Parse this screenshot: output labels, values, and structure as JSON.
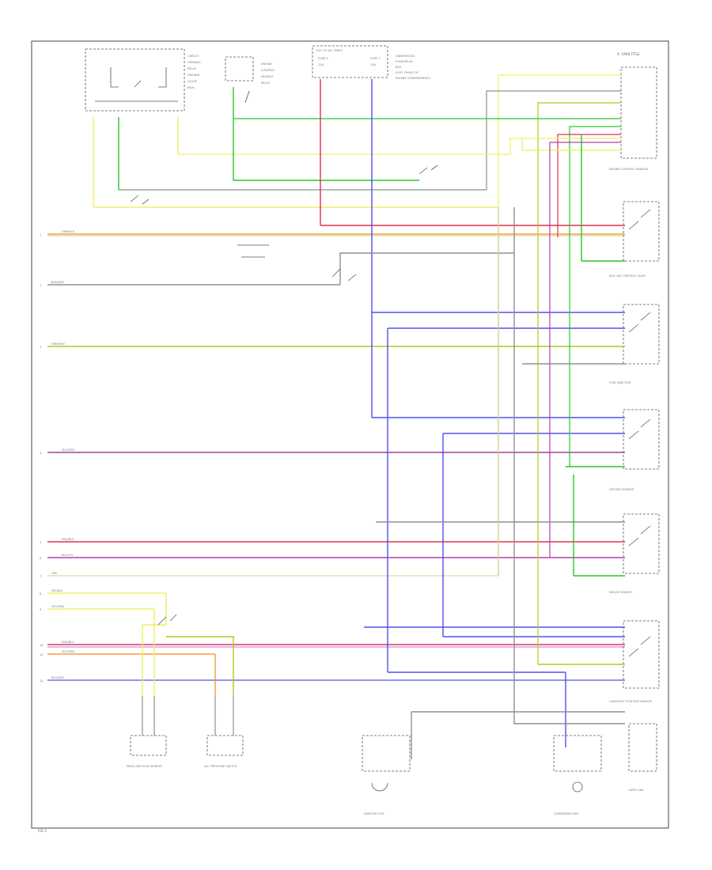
{
  "diagram": {
    "header_right": "A. 1998 TITLE",
    "footer_left": "FIG 2",
    "top_labels": {
      "relay_block": [
        "CIRCUIT",
        "OPENING",
        "RELAY",
        "(BEHIND",
        "GLOVE",
        "BOX)"
      ],
      "control_relay": [
        "ENGINE",
        "CONTROL",
        "MODULE",
        "RELAY"
      ],
      "fuse_box": [
        "HOT AT ALL TIMES",
        "FUSE 4",
        "15A",
        "FUSE 7",
        "10A"
      ],
      "fuse_box_note": [
        "UNDERHOOD",
        "FUSE/RELAY",
        "BOX",
        "(LEFT FRONT OF",
        "ENGINE COMPARTMENT)"
      ]
    },
    "right_modules": [
      "ENGINE CONTROL MODULE",
      "IDLE AIR CONTROL VALVE",
      "FUEL INJECTOR",
      "OXYGEN SENSOR",
      "KNOCK SENSOR",
      "CAMSHAFT POSITION SENSOR"
    ],
    "bottom_components": [
      "MASS AIR FLOW SENSOR",
      "A/C PRESSURE SWITCH",
      "IGNITION COIL",
      "CONDENSER FAN",
      "DATA LINK"
    ],
    "left_wire_labels": [
      "ORN/BLK",
      "BLK/WHT",
      "GRN/RED",
      "YEL/GRN",
      "RED/BLK",
      "BLU/YEL",
      "GRY",
      "YEL/BLK",
      "YEL/GRN",
      "RED/BLU",
      "YEL/ORN",
      "BLU/WHT"
    ],
    "pin_numbers": [
      "1",
      "2",
      "3",
      "4",
      "5",
      "6",
      "7",
      "8",
      "9",
      "10",
      "11",
      "12"
    ],
    "colors": {
      "red": "#e0202a",
      "blue": "#3c3cf0",
      "green": "#28c828",
      "yellow": "#f0f050",
      "purple": "#a020a0",
      "orange": "#f09020",
      "gray": "#909090",
      "olive": "#b4c820",
      "black": "#202020"
    }
  }
}
